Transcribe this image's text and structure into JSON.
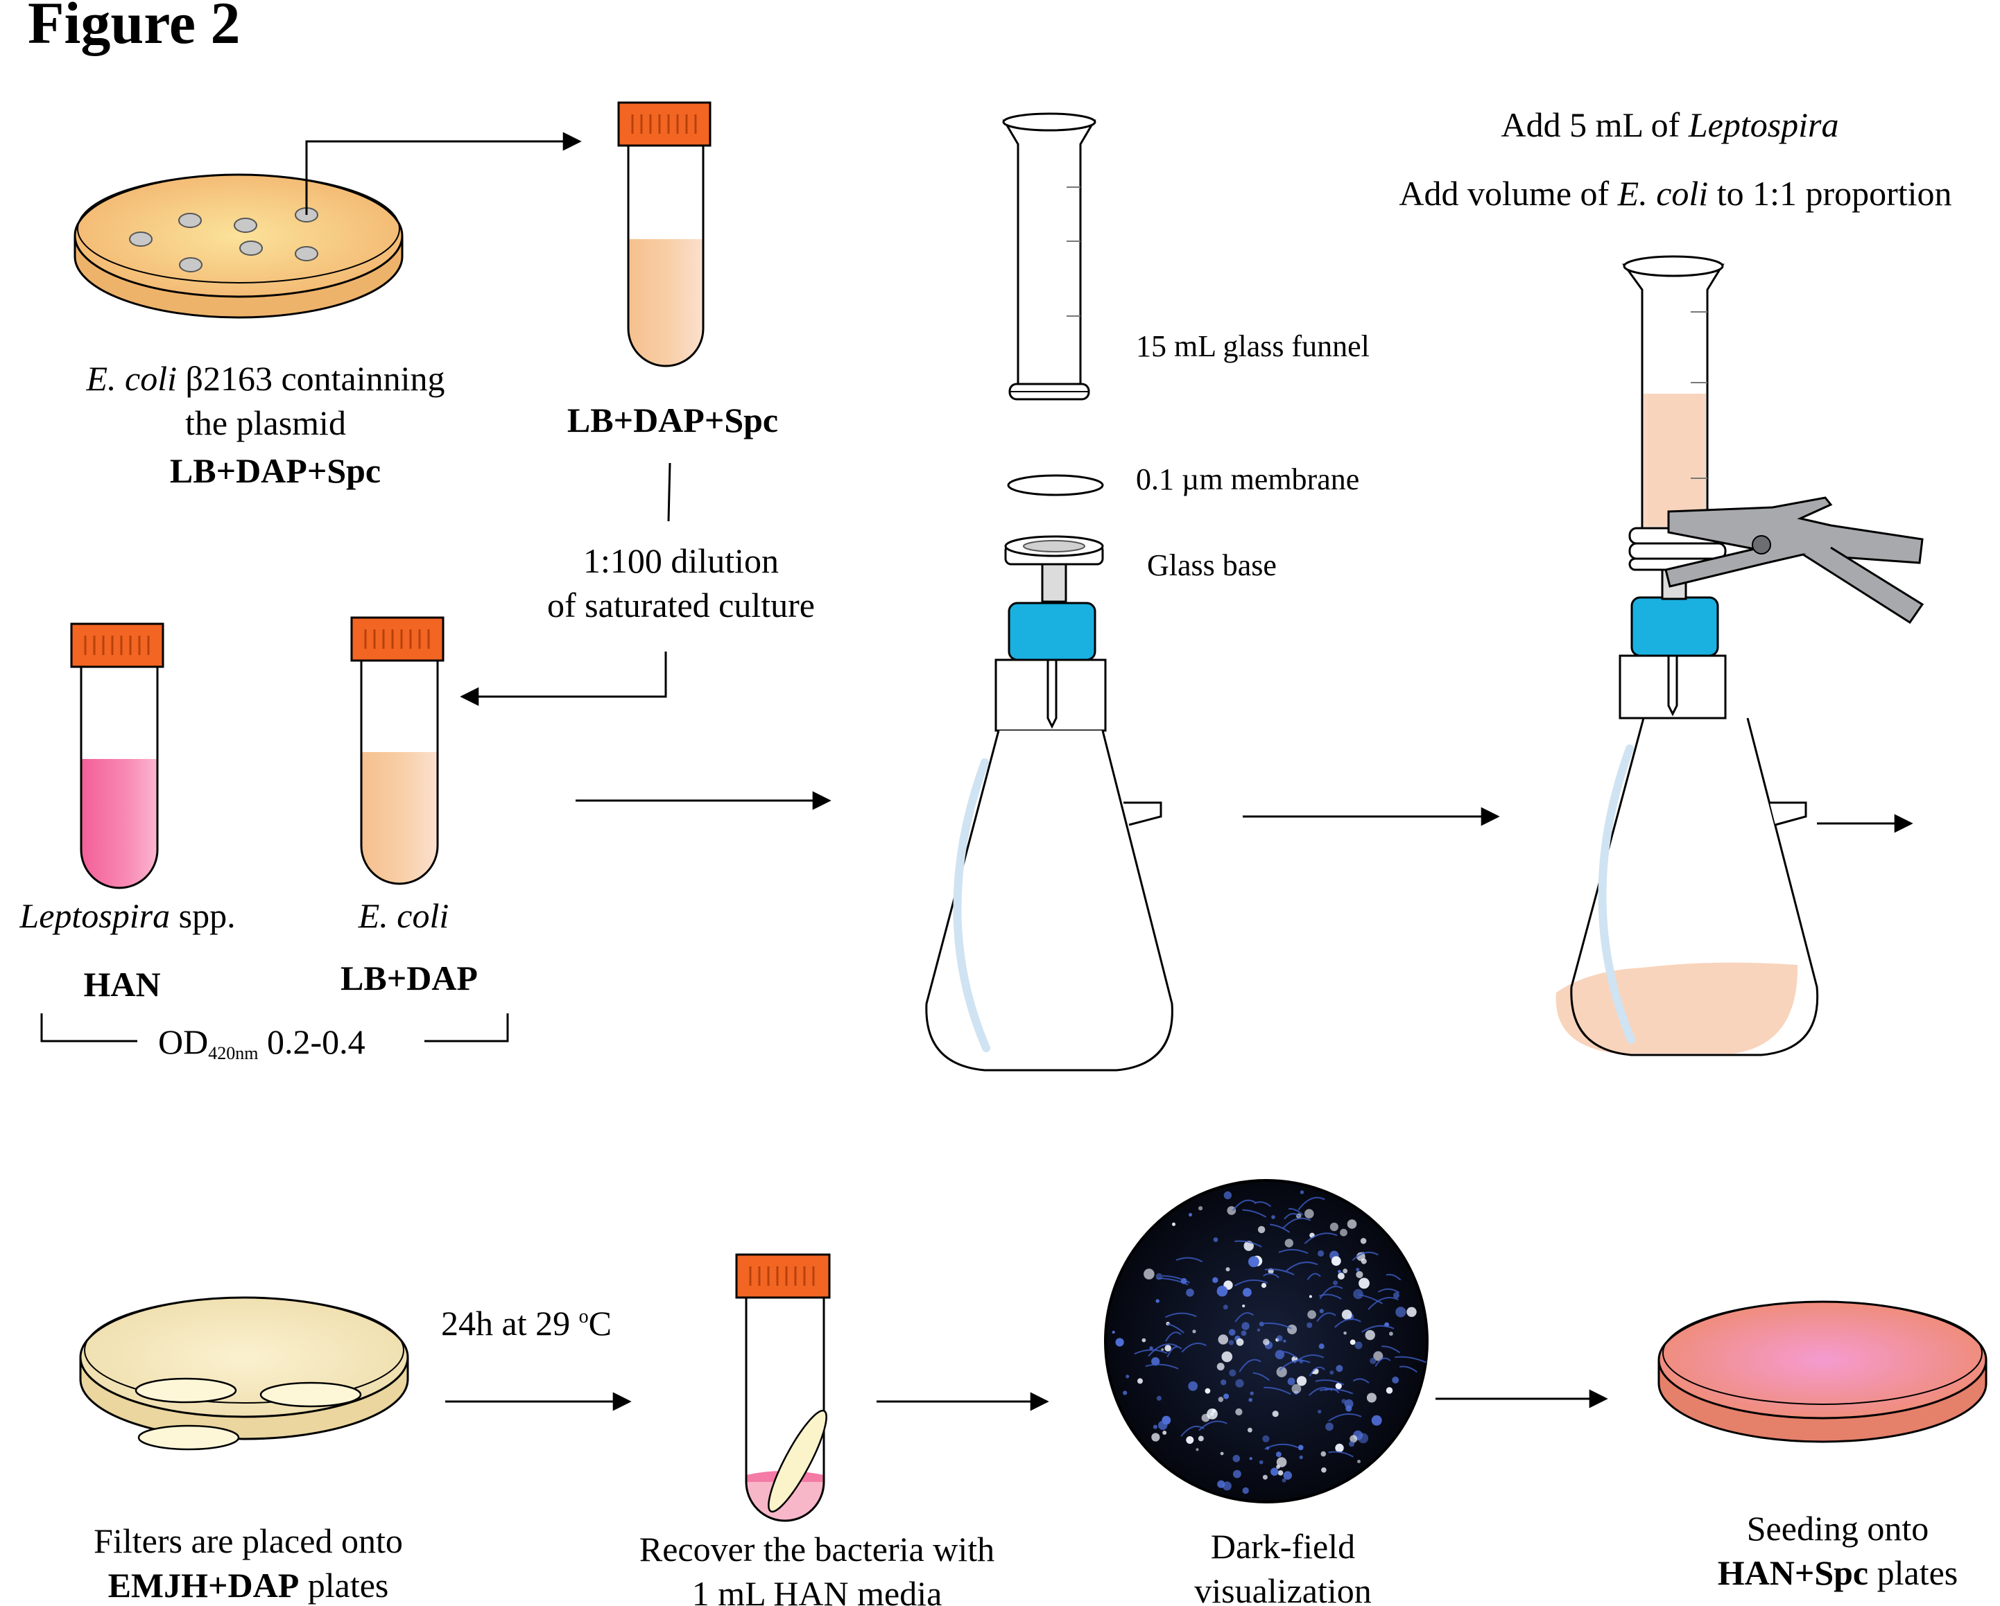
{
  "figure_title": "Figure 2",
  "ecoli_plate": {
    "label_species": "E. coli",
    "label_strain": "β2163 containning",
    "label_line2": "the plasmid",
    "label_medium": "LB+DAP+Spc"
  },
  "overnight_tube": {
    "label": "LB+DAP+Spc"
  },
  "dilution": {
    "line1": "1:100 dilution",
    "line2": "of saturated culture"
  },
  "lepto_tube": {
    "label_genus": "Leptospira",
    "label_suffix": "spp.",
    "label_medium": "HAN"
  },
  "ecoli_tube": {
    "label": "E. coli",
    "label_medium": "LB+DAP"
  },
  "od_bracket": {
    "prefix": "OD",
    "subscript": "420nm",
    "range": "0.2-0.4"
  },
  "filtration": {
    "funnel_label": "15 mL glass funnel",
    "membrane_label": "0.1 µm membrane",
    "base_label": "Glass base"
  },
  "mixing": {
    "line1_prefix": "Add 5 mL of",
    "line1_italic": "Leptospira",
    "line2_prefix": "Add volume of",
    "line2_italic": "E. coli",
    "line2_suffix": "to 1:1 proportion"
  },
  "incubation": {
    "label": "24h at 29",
    "degree": "o",
    "unit": "C"
  },
  "filter_plate": {
    "line1": "Filters are placed onto",
    "line2_bold": "EMJH+DAP",
    "line2_suffix": "plates"
  },
  "recover_tube": {
    "line1": "Recover the bacteria with",
    "line2": "1 mL HAN media"
  },
  "darkfield": {
    "line1": "Dark-field",
    "line2": "visualization"
  },
  "seeding": {
    "line1": "Seeding onto",
    "line2_bold": "HAN+Spc",
    "line2_suffix": "plates"
  },
  "colors": {
    "cap": "#f26522",
    "cap_dark": "#c0440c",
    "lb_medium": "#f6c9a0",
    "han_medium": "#f47ba6",
    "agar_yellow": "#f5c27a",
    "agar_cream": "#f3e2b5",
    "adapter_blue": "#1ab0e0",
    "clamp_grey": "#a7a9ac",
    "plate_pink": "#ef8a80"
  }
}
